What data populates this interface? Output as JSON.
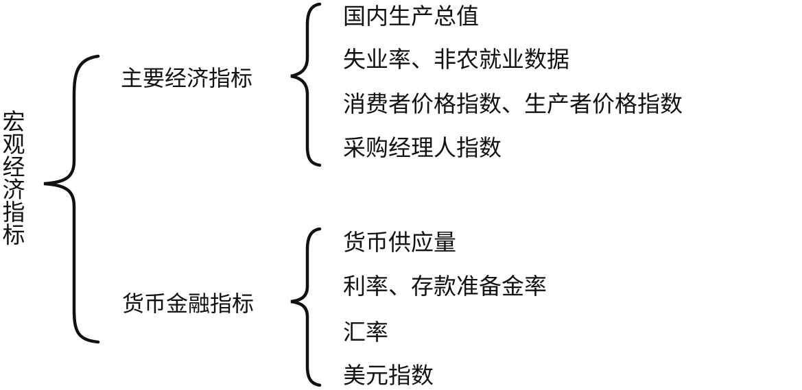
{
  "root": {
    "label": "宏观经济指标"
  },
  "groups": [
    {
      "label": "主要经济指标",
      "items": [
        "国内生产总值",
        "失业率、非农就业数据",
        "消费者价格指数、生产者价格指数",
        "采购经理人指数"
      ]
    },
    {
      "label": "货币金融指标",
      "items": [
        "货币供应量",
        "利率、存款准备金率",
        "汇率",
        "美元指数"
      ]
    }
  ],
  "style": {
    "stroke_color": "#111111",
    "background": "#ffffff"
  }
}
